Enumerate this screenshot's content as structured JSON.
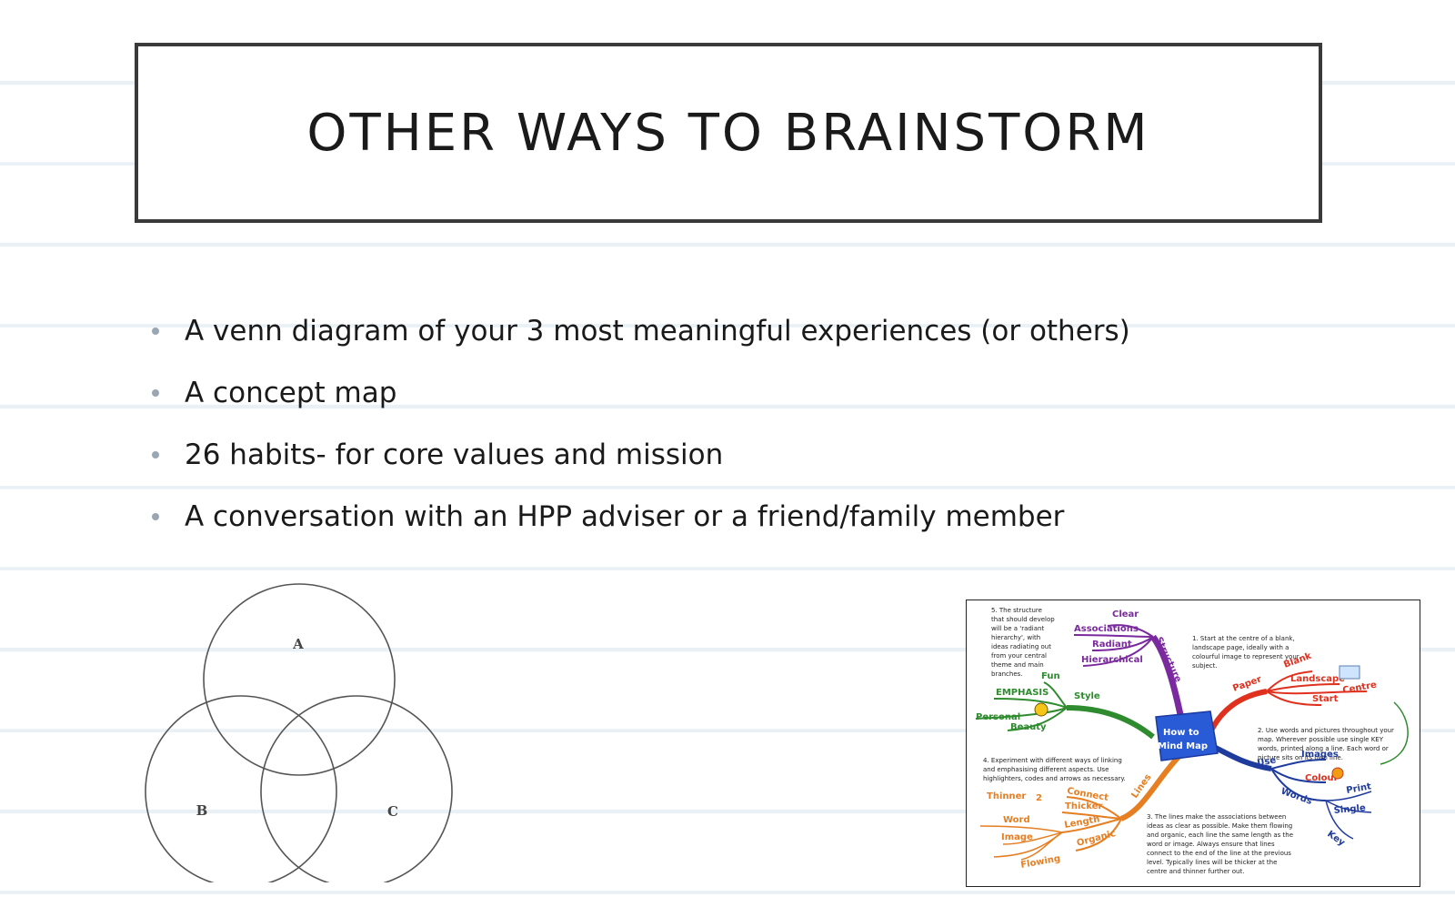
{
  "slide": {
    "title": "OTHER WAYS TO BRAINSTORM",
    "bullets": [
      "A venn diagram of your 3 most meaningful experiences (or others)",
      "A concept map",
      "26 habits- for core values and mission",
      "A conversation with an HPP adviser or a friend/family member"
    ]
  },
  "venn": {
    "labels": [
      "A",
      "B",
      "C"
    ]
  },
  "mindmap": {
    "center": [
      "How to",
      "Mind Map"
    ],
    "notes": {
      "n5": [
        "5. The structure",
        "that should develop",
        "will be a 'radiant",
        "hierarchy', with",
        "ideas radiating out",
        "from your central",
        "theme and main",
        "branches."
      ],
      "n1": [
        "1. Start at the centre of a blank,",
        "landscape page, ideally with a",
        "colourful image to represent your",
        "subject."
      ],
      "n2": [
        "2. Use words and pictures throughout your",
        "map. Wherever possible use single KEY",
        "words, printed along a line. Each word or",
        "picture sits on its own line."
      ],
      "n4": [
        "4. Experiment with different ways of linking",
        "and emphasising different aspects. Use",
        "highlighters, codes and arrows as necessary."
      ],
      "n3": [
        "3. The lines make the associations between",
        "ideas as clear as possible. Make them flowing",
        "and organic, each line the same length as the",
        "word or image. Always ensure that lines",
        "connect to the end of the line at the previous",
        "level. Typically lines will be thicker at the",
        "centre and thinner further out."
      ]
    },
    "branches": {
      "structure": [
        "Structure",
        "Clear",
        "Associations",
        "Radiant",
        "Hierarchical"
      ],
      "style": [
        "Style",
        "Fun",
        "EMPHASIS",
        "Personal",
        "Beauty"
      ],
      "paper": [
        "Paper",
        "Blank",
        "Landscape",
        "Centre",
        "Start"
      ],
      "use": [
        "Use",
        "Images",
        "Colour",
        "Words",
        "Print",
        "Single",
        "Key"
      ],
      "lines": [
        "Lines",
        "Connect",
        "Thicker",
        "Length",
        "Organic",
        "Flowing",
        "Thinner",
        "2",
        "Word",
        "Image"
      ]
    },
    "colors": {
      "purple": "#7a2a9e",
      "green": "#2e8b2e",
      "red": "#e0301e",
      "blue": "#1f3b9e",
      "orange": "#e67e22",
      "center": "#2a5bd7"
    }
  }
}
